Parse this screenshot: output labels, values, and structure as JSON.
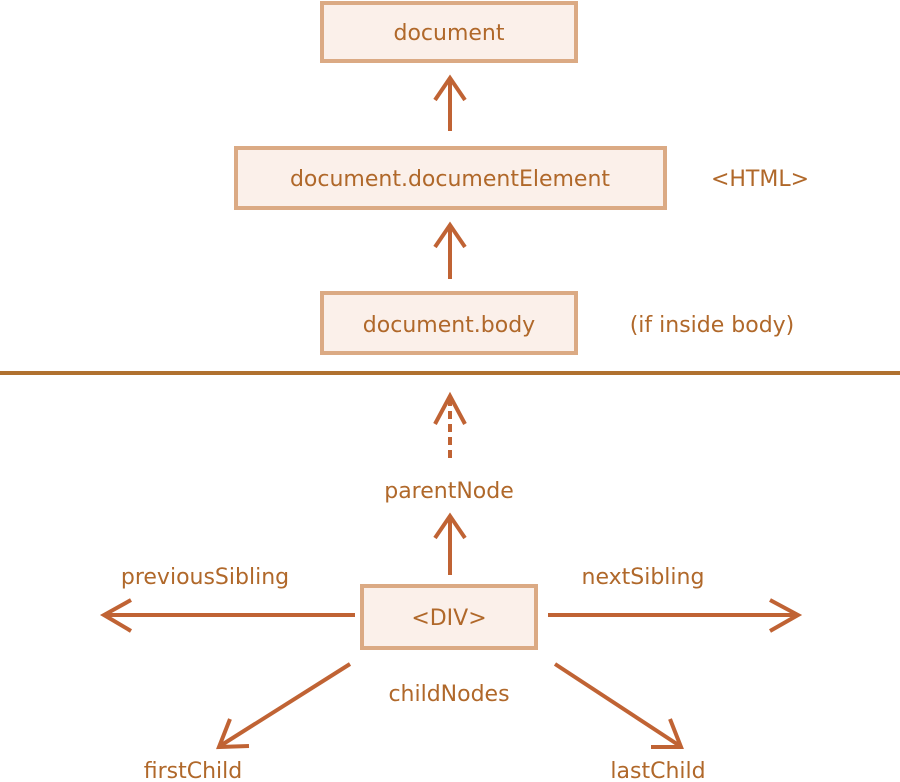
{
  "diagram": {
    "top_nodes": {
      "document": "document",
      "documentElement": "document.documentElement",
      "documentElement_note": "<HTML>",
      "body": "document.body",
      "body_note": "(if inside body)"
    },
    "element_node": "<DIV>",
    "links": {
      "parentNode": "parentNode",
      "previousSibling": "previousSibling",
      "nextSibling": "nextSibling",
      "childNodes": "childNodes",
      "firstChild": "firstChild",
      "lastChild": "lastChild"
    },
    "colors": {
      "box_fill": "#fbf0ea",
      "box_border": "#dbaa84",
      "text": "#b0682a",
      "arrow": "#c06334",
      "divider": "#b0712f"
    }
  }
}
